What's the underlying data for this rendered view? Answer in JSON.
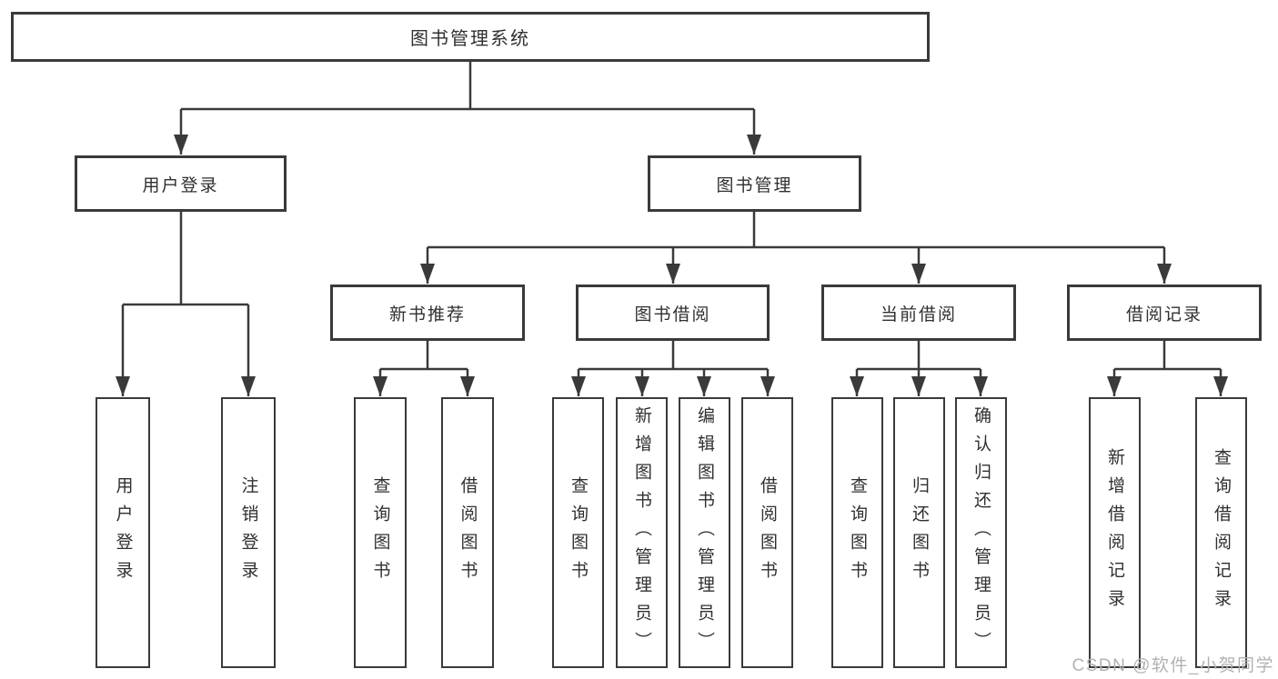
{
  "colors": {
    "line": "#3a3a3a",
    "box_border": "#3a3a3a",
    "text": "#303030",
    "background": "#ffffff",
    "watermark": "#b2b2b2"
  },
  "tree": {
    "root": "图书管理系统",
    "branches": [
      {
        "label": "用户登录",
        "children": [
          "用户登录",
          "注销登录"
        ]
      },
      {
        "label": "图书管理",
        "groups": [
          {
            "label": "新书推荐",
            "children": [
              "查询图书",
              "借阅图书"
            ]
          },
          {
            "label": "图书借阅",
            "children": [
              "查询图书",
              "新增图书（管理员）",
              "编辑图书（管理员）",
              "借阅图书"
            ]
          },
          {
            "label": "当前借阅",
            "children": [
              "查询图书",
              "归还图书",
              "确认归还（管理员）"
            ]
          },
          {
            "label": "借阅记录",
            "children": [
              "新增借阅记录",
              "查询借阅记录"
            ]
          }
        ]
      }
    ]
  },
  "watermark": "CSDN @软件_小贺同学"
}
